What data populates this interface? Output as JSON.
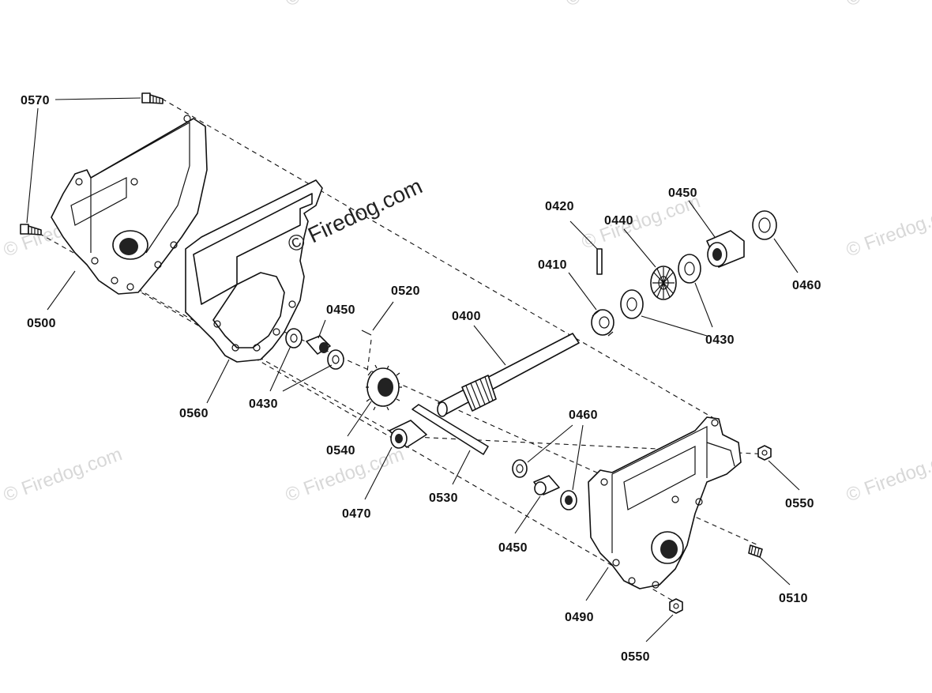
{
  "watermark": "© Firedog.com",
  "callouts": [
    {
      "id": "c0570",
      "text": "0570"
    },
    {
      "id": "c0500",
      "text": "0500"
    },
    {
      "id": "c0560",
      "text": "0560"
    },
    {
      "id": "c0450a",
      "text": "0450"
    },
    {
      "id": "c0520",
      "text": "0520"
    },
    {
      "id": "c0430a",
      "text": "0430"
    },
    {
      "id": "c0540",
      "text": "0540"
    },
    {
      "id": "c0470",
      "text": "0470"
    },
    {
      "id": "c0530",
      "text": "0530"
    },
    {
      "id": "c0400",
      "text": "0400"
    },
    {
      "id": "c0420",
      "text": "0420"
    },
    {
      "id": "c0440",
      "text": "0440"
    },
    {
      "id": "c0450b",
      "text": "0450"
    },
    {
      "id": "c0460a",
      "text": "0460"
    },
    {
      "id": "c0410",
      "text": "0410"
    },
    {
      "id": "c0430b",
      "text": "0430"
    },
    {
      "id": "c0460b",
      "text": "0460"
    },
    {
      "id": "c0450c",
      "text": "0450"
    },
    {
      "id": "c0550a",
      "text": "0550"
    },
    {
      "id": "c0510",
      "text": "0510"
    },
    {
      "id": "c0490",
      "text": "0490"
    },
    {
      "id": "c0550b",
      "text": "0550"
    }
  ]
}
